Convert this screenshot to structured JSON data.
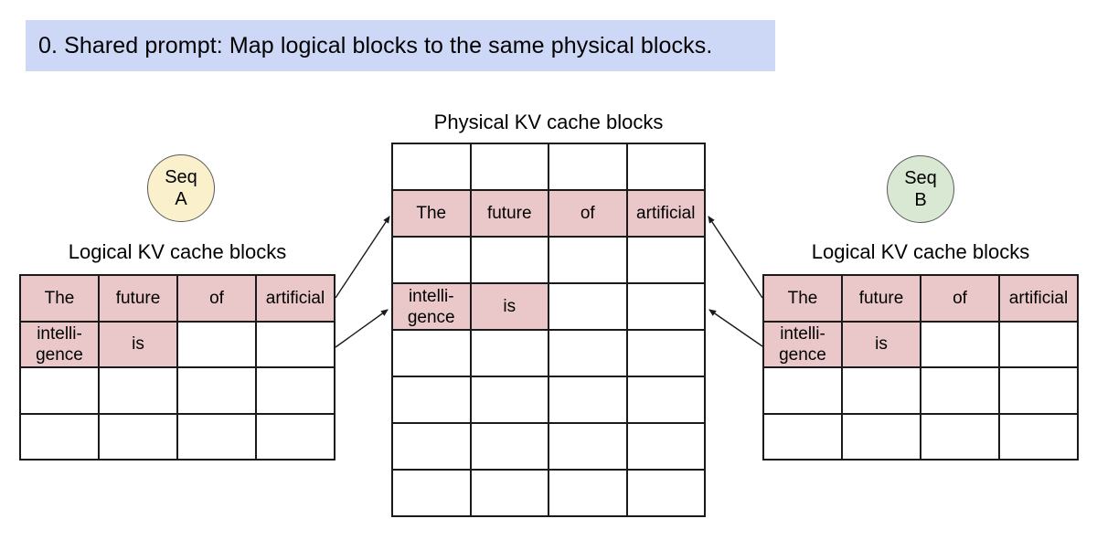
{
  "banner": {
    "text": "0. Shared prompt: Map logical blocks to the same physical blocks."
  },
  "physical_table": {
    "title": "Physical KV cache blocks",
    "rows": [
      [
        {
          "text": "",
          "filled": false
        },
        {
          "text": "",
          "filled": false
        },
        {
          "text": "",
          "filled": false
        },
        {
          "text": "",
          "filled": false
        }
      ],
      [
        {
          "text": "The",
          "filled": true
        },
        {
          "text": "future",
          "filled": true
        },
        {
          "text": "of",
          "filled": true
        },
        {
          "text": "artificial",
          "filled": true
        }
      ],
      [
        {
          "text": "",
          "filled": false
        },
        {
          "text": "",
          "filled": false
        },
        {
          "text": "",
          "filled": false
        },
        {
          "text": "",
          "filled": false
        }
      ],
      [
        {
          "text": "intelli-\ngence",
          "filled": true
        },
        {
          "text": "is",
          "filled": true
        },
        {
          "text": "",
          "filled": false
        },
        {
          "text": "",
          "filled": false
        }
      ],
      [
        {
          "text": "",
          "filled": false
        },
        {
          "text": "",
          "filled": false
        },
        {
          "text": "",
          "filled": false
        },
        {
          "text": "",
          "filled": false
        }
      ],
      [
        {
          "text": "",
          "filled": false
        },
        {
          "text": "",
          "filled": false
        },
        {
          "text": "",
          "filled": false
        },
        {
          "text": "",
          "filled": false
        }
      ],
      [
        {
          "text": "",
          "filled": false
        },
        {
          "text": "",
          "filled": false
        },
        {
          "text": "",
          "filled": false
        },
        {
          "text": "",
          "filled": false
        }
      ],
      [
        {
          "text": "",
          "filled": false
        },
        {
          "text": "",
          "filled": false
        },
        {
          "text": "",
          "filled": false
        },
        {
          "text": "",
          "filled": false
        }
      ]
    ]
  },
  "seq_a": {
    "label": "Seq\nA"
  },
  "seq_b": {
    "label": "Seq\nB"
  },
  "logical_table_a": {
    "title": "Logical KV cache blocks",
    "rows": [
      [
        {
          "text": "The",
          "filled": true
        },
        {
          "text": "future",
          "filled": true
        },
        {
          "text": "of",
          "filled": true
        },
        {
          "text": "artificial",
          "filled": true
        }
      ],
      [
        {
          "text": "intelli-\ngence",
          "filled": true
        },
        {
          "text": "is",
          "filled": true
        },
        {
          "text": "",
          "filled": false
        },
        {
          "text": "",
          "filled": false
        }
      ],
      [
        {
          "text": "",
          "filled": false
        },
        {
          "text": "",
          "filled": false
        },
        {
          "text": "",
          "filled": false
        },
        {
          "text": "",
          "filled": false
        }
      ],
      [
        {
          "text": "",
          "filled": false
        },
        {
          "text": "",
          "filled": false
        },
        {
          "text": "",
          "filled": false
        },
        {
          "text": "",
          "filled": false
        }
      ]
    ]
  },
  "logical_table_b": {
    "title": "Logical KV cache blocks",
    "rows": [
      [
        {
          "text": "The",
          "filled": true
        },
        {
          "text": "future",
          "filled": true
        },
        {
          "text": "of",
          "filled": true
        },
        {
          "text": "artificial",
          "filled": true
        }
      ],
      [
        {
          "text": "intelli-\ngence",
          "filled": true
        },
        {
          "text": "is",
          "filled": true
        },
        {
          "text": "",
          "filled": false
        },
        {
          "text": "",
          "filled": false
        }
      ],
      [
        {
          "text": "",
          "filled": false
        },
        {
          "text": "",
          "filled": false
        },
        {
          "text": "",
          "filled": false
        },
        {
          "text": "",
          "filled": false
        }
      ],
      [
        {
          "text": "",
          "filled": false
        },
        {
          "text": "",
          "filled": false
        },
        {
          "text": "",
          "filled": false
        },
        {
          "text": "",
          "filled": false
        }
      ]
    ]
  },
  "colors": {
    "banner_bg": "#ccd8f6",
    "cell_fill": "#eac8ca",
    "seq_a_fill": "#faf0cb",
    "seq_b_fill": "#d9e8d3",
    "line": "#1a1a1a"
  }
}
